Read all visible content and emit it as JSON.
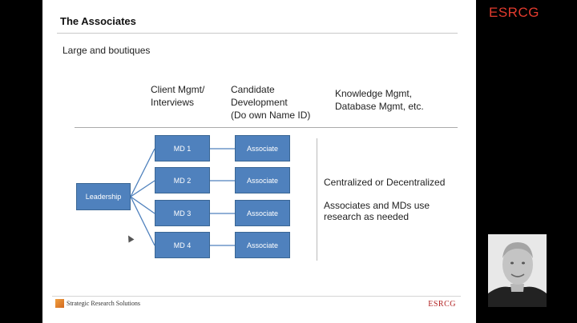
{
  "brand": "ESRCG",
  "slide": {
    "title": "The Associates",
    "subtitle": "Large and boutiques",
    "columns": [
      {
        "lines": [
          "Client Mgmt/",
          "Interviews"
        ]
      },
      {
        "lines": [
          "Candidate",
          "Development",
          "(Do own Name ID)"
        ]
      },
      {
        "lines": [
          "Knowledge Mgmt,",
          "Database Mgmt, etc."
        ]
      }
    ],
    "diagram": {
      "root": "Leadership",
      "mds": [
        "MD 1",
        "MD 2",
        "MD 3",
        "MD 4"
      ],
      "associates": [
        "Associate",
        "Associate",
        "Associate",
        "Associate"
      ],
      "box_color": "#4f81bd"
    },
    "notes": {
      "line1": "Centralized or Decentralized",
      "line2a": "Associates and MDs use",
      "line2b": "research as needed"
    },
    "footer": {
      "company": "Strategic Research Solutions",
      "brand": "ESRCG"
    }
  },
  "accent_color": "#e23b2e"
}
